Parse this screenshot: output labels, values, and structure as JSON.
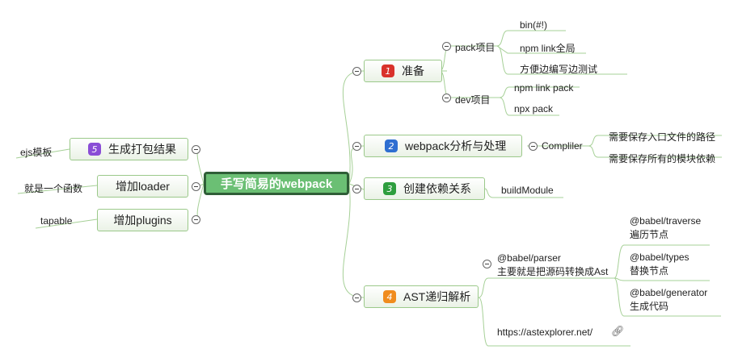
{
  "root": {
    "label": "手写简易的webpack"
  },
  "colors": {
    "line": "#a6d097",
    "badge_red": "#d9322b",
    "badge_blue": "#2f6fd1",
    "badge_green": "#2e9e3e",
    "badge_orange": "#f08c1e",
    "badge_purple": "#8a4dd6"
  },
  "right_branches": {
    "prepare": {
      "num": "1",
      "label": "准备",
      "pack": {
        "label": "pack项目",
        "items": [
          "bin(#!)",
          "npm link全局",
          "方便边编写边测试"
        ]
      },
      "dev": {
        "label": "dev项目",
        "items": [
          "npm link pack",
          "npx pack"
        ]
      }
    },
    "analyze": {
      "num": "2",
      "label": "webpack分析与处理",
      "compiler": {
        "label": "Compliler",
        "items": [
          "需要保存入口文件的路径",
          "需要保存所有的模块依赖"
        ]
      }
    },
    "deps": {
      "num": "3",
      "label": "创建依赖关系",
      "child": "buildModule"
    },
    "ast": {
      "num": "4",
      "label": "AST递归解析",
      "parser": {
        "line1": "@babel/parser",
        "line2": "主要就是把源码转换成Ast"
      },
      "babel": [
        {
          "line1": "@babel/traverse",
          "line2": "遍历节点"
        },
        {
          "line1": "@babel/types",
          "line2": "替换节点"
        },
        {
          "line1": "@babel/generator",
          "line2": "生成代码"
        }
      ],
      "link": "https://astexplorer.net/",
      "link_icon": "link-icon"
    }
  },
  "left_branches": {
    "result": {
      "num": "5",
      "label": "生成打包结果",
      "child": "ejs模板"
    },
    "loader": {
      "label": "增加loader",
      "child": "就是一个函数"
    },
    "plugins": {
      "label": "增加plugins",
      "child": "tapable"
    }
  }
}
